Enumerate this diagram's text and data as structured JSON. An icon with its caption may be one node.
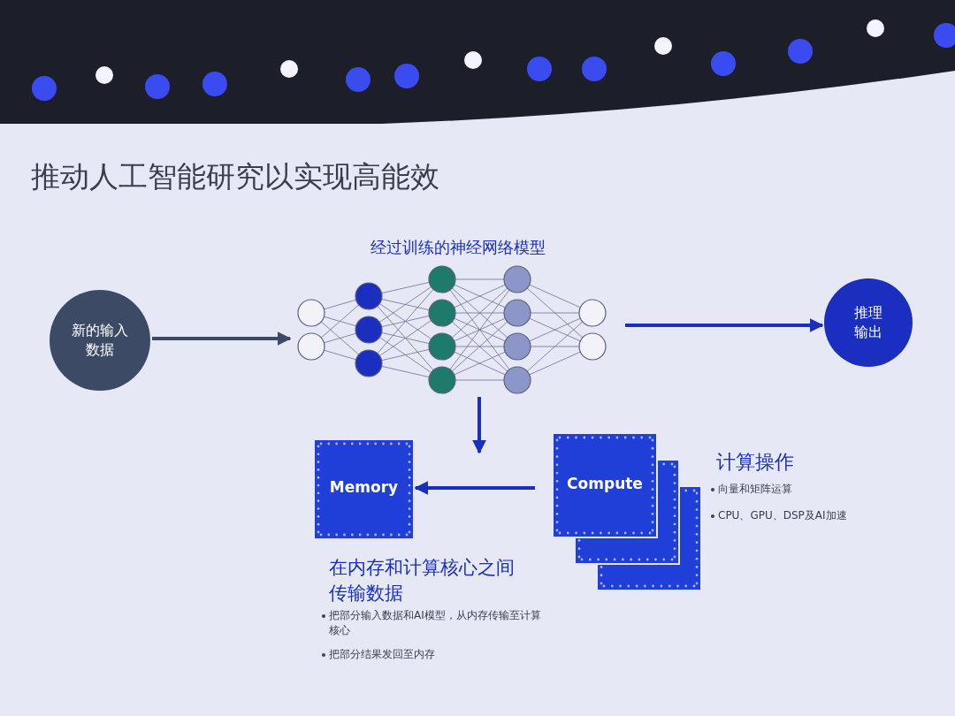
{
  "diagram": {
    "title": "推动人工智能研究以实现高能效",
    "nodes": [
      {
        "text": [
          "新的输入数据"
        ]
      },
      {
        "text": [
          "经过训练的神经网络模型"
        ]
      },
      {
        "text": [
          "推理输出"
        ]
      },
      {
        "text": [
          "Memory"
        ]
      },
      {
        "text": [
          "Compute"
        ]
      }
    ],
    "edges": [
      {
        "from": 0,
        "to": 1,
        "arrow": "to",
        "color": "#3d4a66"
      },
      {
        "from": 1,
        "to": 2,
        "arrow": "to"
      },
      {
        "from": 1,
        "to": null,
        "arrow": "to"
      },
      {
        "from": 4,
        "to": 3,
        "arrow": "to"
      }
    ],
    "labels": [
      "计算操作",
      "向量和矩阵运算",
      "CPU、GPU、DSP及AI加速",
      "在内存和计算核心之间传输数据",
      "把部分输入数据和AI模型，从内存传输至计算核心",
      "把部分结果发回至内存"
    ]
  }
}
